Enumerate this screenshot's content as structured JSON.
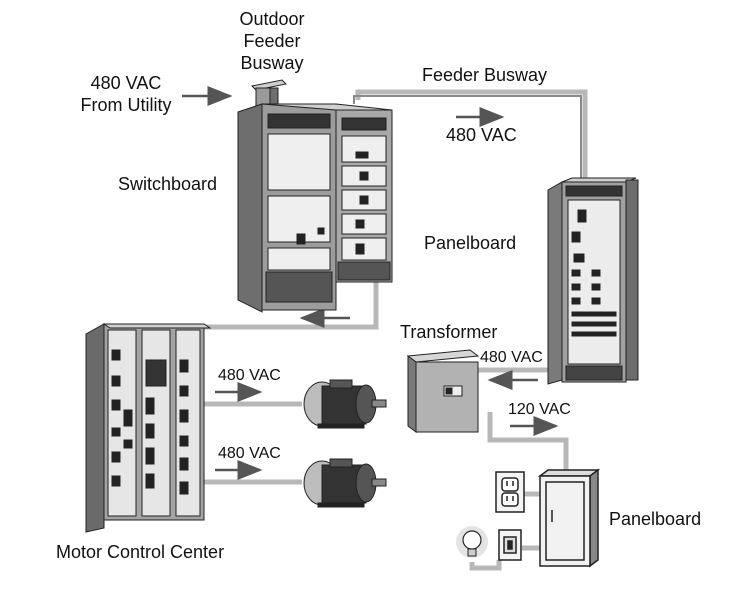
{
  "labels": {
    "outdoor_feeder_busway": [
      "Outdoor",
      "Feeder",
      "Busway"
    ],
    "from_utility": [
      "480 VAC",
      "From Utility"
    ],
    "feeder_busway": "Feeder Busway",
    "busway_voltage": "480 VAC",
    "switchboard": "Switchboard",
    "panelboard_main": "Panelboard",
    "transformer": "Transformer",
    "transformer_in_voltage": "480 VAC",
    "transformer_out_voltage": "120 VAC",
    "motor_1_voltage": "480 VAC",
    "motor_2_voltage": "480 VAC",
    "motor_control_center": "Motor Control Center",
    "panelboard_branch": "Panelboard"
  },
  "colors": {
    "cable": "#b8b8b8",
    "equipment_dark": "#5a5a5a",
    "equipment_mid": "#8c8c8c",
    "equipment_light": "#dcdcdc",
    "arrow": "#555555"
  },
  "icons": [
    "switchboard-icon",
    "panelboard-icon",
    "transformer-icon",
    "motor-control-center-icon",
    "motor-icon",
    "receptacle-icon",
    "light-bulb-icon",
    "switch-icon",
    "small-panelboard-icon"
  ]
}
